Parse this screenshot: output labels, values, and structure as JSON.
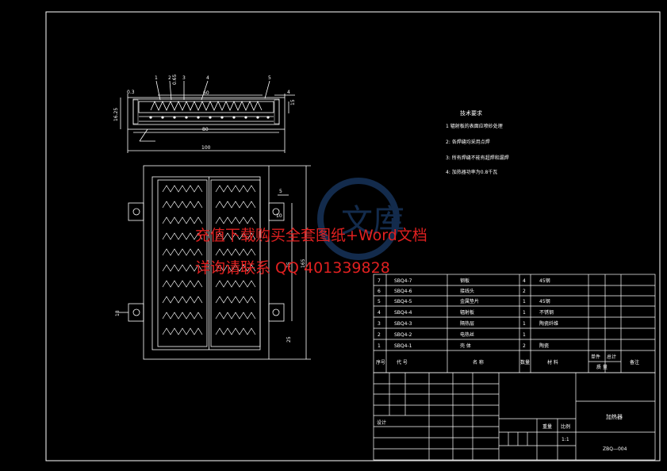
{
  "tech_requirements": {
    "title": "技术要求",
    "items": [
      "1  辐射板的表面应喷砂处理",
      "2: 各焊缝均采用点焊",
      "3: 所有焊缝不能有超焊和漏焊",
      "4: 加热器功率为0.8千瓦"
    ]
  },
  "dimensions": {
    "d_0_3": "0.3",
    "d_0_65": "0.65",
    "d_60": "60",
    "d_80": "80",
    "d_100": "100",
    "d_16_25": "16.25",
    "d_4": "4",
    "d_15": "15",
    "d_5": "5",
    "d_10": "10",
    "d_18": "18",
    "d_75": "75",
    "d_165": "165",
    "d_25": "25",
    "d_10b": "10"
  },
  "balloons": [
    "1",
    "2",
    "3",
    "4",
    "5"
  ],
  "bom": {
    "rows": [
      {
        "no": "7",
        "code": "SBQ4-7",
        "name": "钢板",
        "qty": "4",
        "material": "45钢"
      },
      {
        "no": "6",
        "code": "SBQ4-6",
        "name": "接线头",
        "qty": "2",
        "material": ""
      },
      {
        "no": "5",
        "code": "SBQ4-5",
        "name": "金属垫片",
        "qty": "1",
        "material": "45钢"
      },
      {
        "no": "4",
        "code": "SBQ4-4",
        "name": "辐射板",
        "qty": "1",
        "material": "不锈钢"
      },
      {
        "no": "3",
        "code": "SBQ4-3",
        "name": "隔热层",
        "qty": "1",
        "material": "陶瓷纤维"
      },
      {
        "no": "2",
        "code": "SBQ4-2",
        "name": "电热丝",
        "qty": "1",
        "material": ""
      },
      {
        "no": "1",
        "code": "SBQ4-1",
        "name": "壳  体",
        "qty": "2",
        "material": "陶瓷"
      }
    ],
    "headers": {
      "no": "序号",
      "code": "代  号",
      "name": "名  称",
      "qty": "数量",
      "material": "材  料",
      "unit_weight": "单件",
      "total_weight": "总计",
      "weight": "质  量",
      "remark": "备注"
    }
  },
  "title_block": {
    "design": "设计",
    "weight": "重量",
    "scale_label": "比例",
    "scale": "1:1",
    "part_name": "加热器",
    "drawing_no": "ZBQ—004"
  },
  "watermark": {
    "line1": "充值下载购买全套图纸+Word文档",
    "line2": "详询请联系 QQ 401339828",
    "logo": "文库"
  }
}
